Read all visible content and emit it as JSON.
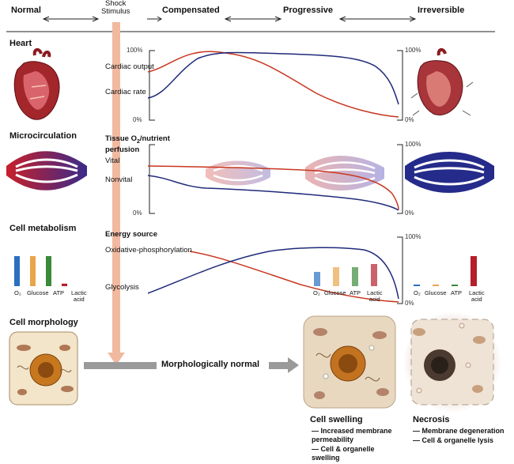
{
  "header": {
    "phases": [
      "Normal",
      "Compensated",
      "Progressive",
      "Irreversible"
    ],
    "shock_stimulus": "Shock\nStimulus"
  },
  "sections": {
    "heart": {
      "title": "Heart",
      "curve_labels": [
        "Cardiac output",
        "Cardiac rate"
      ],
      "scale_top": "100%",
      "scale_bottom": "0%"
    },
    "microcirculation": {
      "title": "Microcirculation",
      "subtitle_pre": "Tissue O",
      "subtitle_sub": "2",
      "subtitle_post": "/nutrient",
      "subtitle_line2": "perfusion",
      "curve_labels": [
        "Vital",
        "Nonvital"
      ],
      "scale_top": "100%",
      "scale_bottom": "0%"
    },
    "metabolism": {
      "title": "Cell metabolism",
      "subtitle": "Energy source",
      "curve_labels": [
        "Oxidative-phosphorylation",
        "Glycolysis"
      ],
      "scale_top": "100%",
      "scale_bottom": "0%",
      "bar_labels": [
        "O₂",
        "Glucose",
        "ATP",
        "Lactic\nacid"
      ]
    },
    "morphology": {
      "title": "Cell morphology",
      "arrow_label": "Morphologically normal",
      "swelling": {
        "title": "Cell swelling",
        "bullets": [
          "— Increased membrane permeability",
          "— Cell & organelle swelling"
        ]
      },
      "necrosis": {
        "title": "Necrosis",
        "bullets": [
          "— Membrane degeneration",
          "— Cell & organelle lysis"
        ]
      }
    }
  },
  "bar_levels": {
    "normal": [
      0.95,
      0.95,
      0.95,
      0.08
    ],
    "progressive": [
      0.45,
      0.6,
      0.6,
      0.7
    ],
    "irreversible": [
      0.05,
      0.03,
      0.05,
      0.95
    ]
  },
  "colors": {
    "red_curve": "#c8371f",
    "blue_curve": "#1f2a7a",
    "stimulus": "#f0b9a0",
    "o2_bar": "#2a6fc0",
    "glucose_bar": "#e9a54a",
    "atp_bar": "#3a8a3a",
    "lactic_bar": "#b51e2a"
  }
}
